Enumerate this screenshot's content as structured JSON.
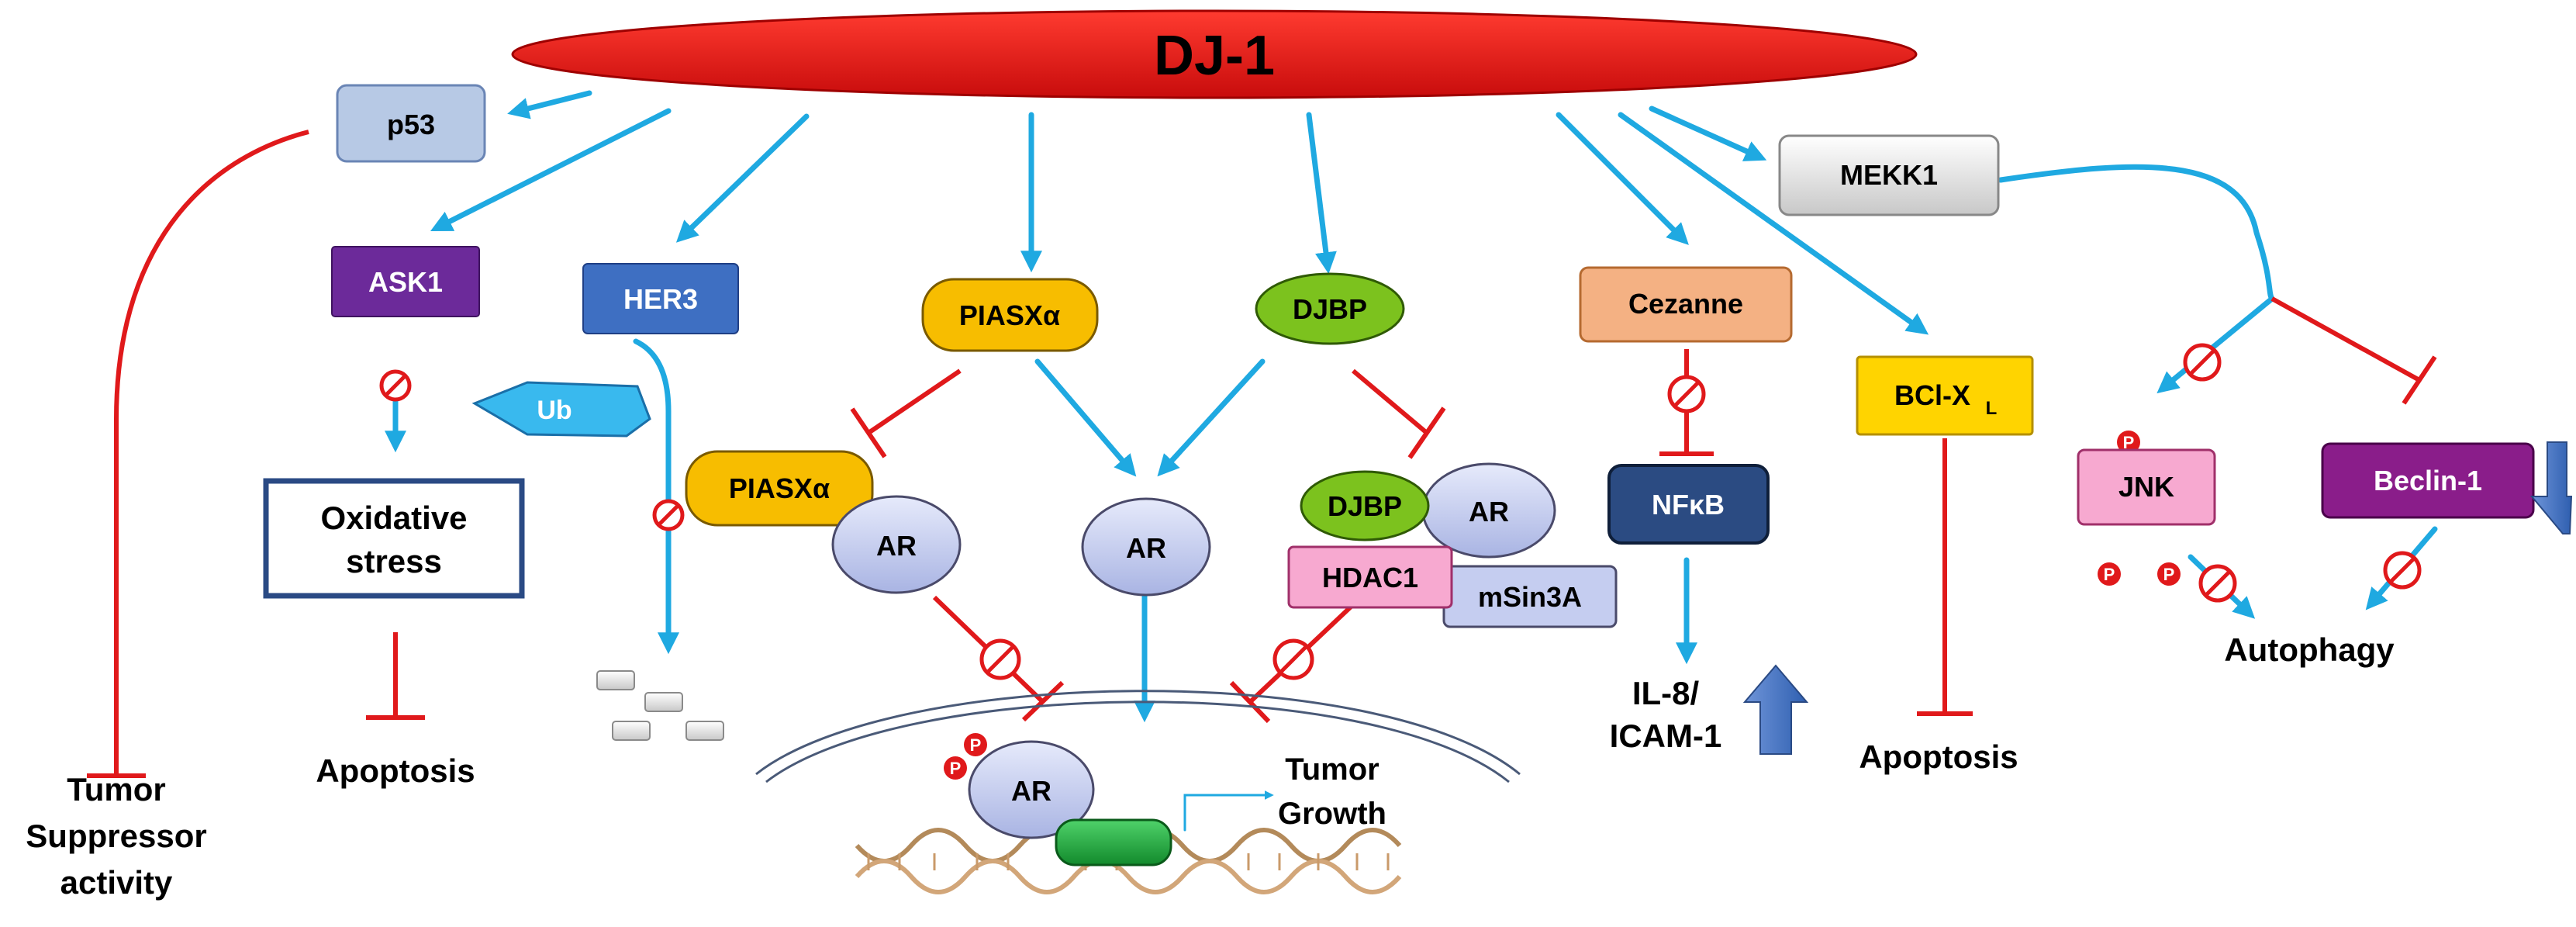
{
  "header": {
    "title": "DJ-1"
  },
  "nodes": {
    "p53": "p53",
    "ask1": "ASK1",
    "her3": "HER3",
    "piasx": "PIASXα",
    "djbp": "DJBP",
    "cezanne": "Cezanne",
    "mekk1": "MEKK1",
    "ub": "Ub",
    "piasx_bound": "PIASXα",
    "ar_left": "AR",
    "ar_center": "AR",
    "djbp_bound": "DJBP",
    "ar_right": "AR",
    "hdac1": "HDAC1",
    "msin3a": "mSin3A",
    "nfkb": "NFκB",
    "bclxl": "BCl-X",
    "bclxl_sub": "L",
    "jnk": "JNK",
    "beclin1": "Beclin-1",
    "ar_nucleus": "AR",
    "phospho": "P"
  },
  "labels": {
    "oxidative_line1": "Oxidative",
    "oxidative_line2": "stress",
    "apoptosis_left": "Apoptosis",
    "tumor_suppressor_line1": "Tumor",
    "tumor_suppressor_line2": "Suppressor",
    "tumor_suppressor_line3": "activity",
    "tumor_growth_line1": "Tumor",
    "tumor_growth_line2": "Growth",
    "il8_line1": "IL-8/",
    "il8_line2": "ICAM-1",
    "apoptosis_right": "Apoptosis",
    "autophagy": "Autophagy"
  },
  "colors": {
    "dj1": "#e0191b",
    "activation_arrow": "#1fa9e1",
    "inhibition": "#e0191b",
    "p53": "#b7c9e5",
    "ask1": "#6c2a9a",
    "her3": "#3e6fc2",
    "piasx": "#f7bd00",
    "djbp": "#7cc21e",
    "cezanne": "#f4b183",
    "bclxl": "#ffd400",
    "mekk1": "#dcdcdc",
    "ar": "#c5cdf0",
    "hdac1": "#f7a9d0",
    "msin3a": "#c5cdf0",
    "nfkb": "#2b4b82",
    "jnk": "#f7a9d0",
    "beclin1": "#8a1d8a",
    "updown_arrow": "#4472c4",
    "dna_promoter": "#1f9e3c"
  }
}
